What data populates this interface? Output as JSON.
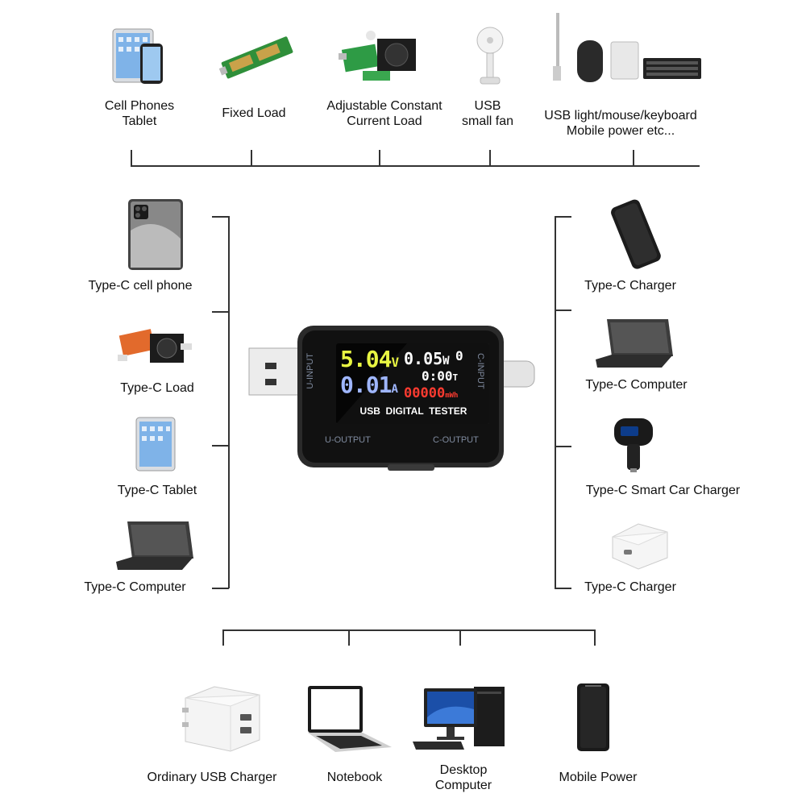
{
  "top": {
    "items": [
      {
        "label1": "Cell Phones",
        "label2": "Tablet",
        "icon": "phone-tablet-icon"
      },
      {
        "label1": "Fixed Load",
        "label2": "",
        "icon": "fixed-load-board-icon"
      },
      {
        "label1": "Adjustable Constant",
        "label2": "Current Load",
        "icon": "adjustable-load-board-icon"
      },
      {
        "label1": "USB",
        "label2": "small fan",
        "icon": "usb-fan-icon"
      },
      {
        "label1": "USB light/mouse/keyboard",
        "label2": "Mobile power etc...",
        "icon": "usb-accessories-icon"
      }
    ]
  },
  "left": {
    "items": [
      {
        "label": "Type-C cell phone",
        "icon": "phone-icon"
      },
      {
        "label": "Type-C Load",
        "icon": "load-board-icon"
      },
      {
        "label": "Type-C Tablet",
        "icon": "tablet-icon"
      },
      {
        "label": "Type-C Computer",
        "icon": "laptop-icon"
      }
    ]
  },
  "right": {
    "items": [
      {
        "label": "Type-C Charger",
        "icon": "power-bank-icon"
      },
      {
        "label": "Type-C Computer",
        "icon": "laptop-icon"
      },
      {
        "label": "Type-C Smart Car Charger",
        "icon": "car-charger-icon"
      },
      {
        "label": "Type-C Charger",
        "icon": "wall-charger-icon"
      }
    ]
  },
  "bottom": {
    "items": [
      {
        "label1": "Ordinary USB Charger",
        "label2": "",
        "icon": "usb-charger-icon"
      },
      {
        "label1": "Notebook",
        "label2": "",
        "icon": "notebook-icon"
      },
      {
        "label1": "Desktop",
        "label2": "Computer",
        "icon": "desktop-computer-icon"
      },
      {
        "label1": "Mobile Power",
        "label2": "",
        "icon": "power-bank-icon"
      }
    ]
  },
  "tester": {
    "u_input": "U-INPUT",
    "c_input": "C-INPUT",
    "u_output": "U-OUTPUT",
    "c_output": "C-OUTPUT",
    "voltage": "5.04",
    "voltage_unit": "V",
    "current": "0.01",
    "current_unit": "A",
    "power": "0.05",
    "power_unit": "W",
    "channel": "0",
    "time": "0:00",
    "time_unit": "T",
    "energy": "00000",
    "energy_unit": "mWh",
    "title": "USB  DIGITAL  TESTER"
  },
  "colors": {
    "voltage": "#e8f542",
    "current": "#9fb6ff",
    "energy": "#ff3b30",
    "screen_bg": "#050505",
    "line": "#333333"
  }
}
